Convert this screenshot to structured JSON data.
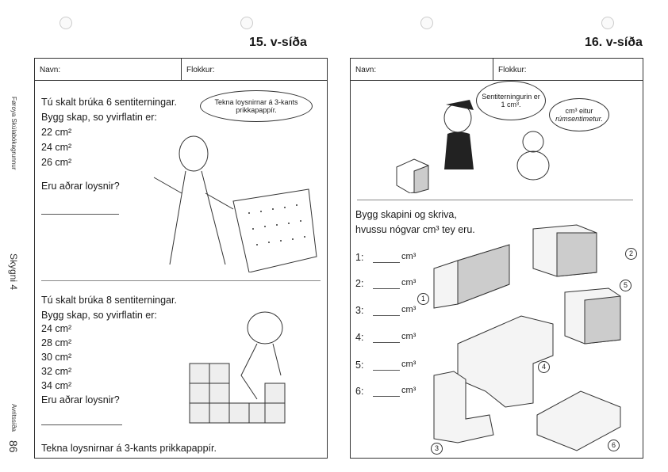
{
  "side": {
    "publisher": "Føroya Skúlabókagrunnur",
    "book": "Skygni 4",
    "label": "Avritssíða",
    "page_number": "86"
  },
  "left": {
    "title": "15. v-síða",
    "name_label": "Navn:",
    "class_label": "Flokkur:",
    "task1": {
      "lines": [
        "Tú skalt brúka 6 sentiterningar.",
        "Bygg skap, so yvirflatin er:",
        "22 cm²",
        "24 cm²",
        "26 cm²"
      ],
      "question": "Eru aðrar loysnir?",
      "bubble": "Tekna loysnirnar á 3-kants prikkapappír."
    },
    "task2": {
      "lines": [
        "Tú skalt brúka 8 sentiterningar.",
        "Bygg skap, so yvirflatin er:",
        "24 cm²",
        "28 cm²",
        "30 cm²",
        "32 cm²",
        "34 cm²"
      ],
      "question": "Eru aðrar loysnir?",
      "footer": "Tekna loysnirnar á 3-kants prikkapappír."
    }
  },
  "right": {
    "title": "16. v-síða",
    "name_label": "Navn:",
    "class_label": "Flokkur:",
    "bubble1": "Sentiterningurin er 1 cm³.",
    "bubble2_a": "cm³ eitur",
    "bubble2_b": "rúmsentimetur.",
    "instruction": [
      "Bygg skapini og skriva,",
      "hvussu nógvar cm³ tey eru."
    ],
    "rows": [
      {
        "n": "1:",
        "unit": "cm³"
      },
      {
        "n": "2:",
        "unit": "cm³"
      },
      {
        "n": "3:",
        "unit": "cm³"
      },
      {
        "n": "4:",
        "unit": "cm³"
      },
      {
        "n": "5:",
        "unit": "cm³"
      },
      {
        "n": "6:",
        "unit": "cm³"
      }
    ],
    "shape_labels": [
      "1",
      "2",
      "3",
      "4",
      "5",
      "6"
    ]
  }
}
